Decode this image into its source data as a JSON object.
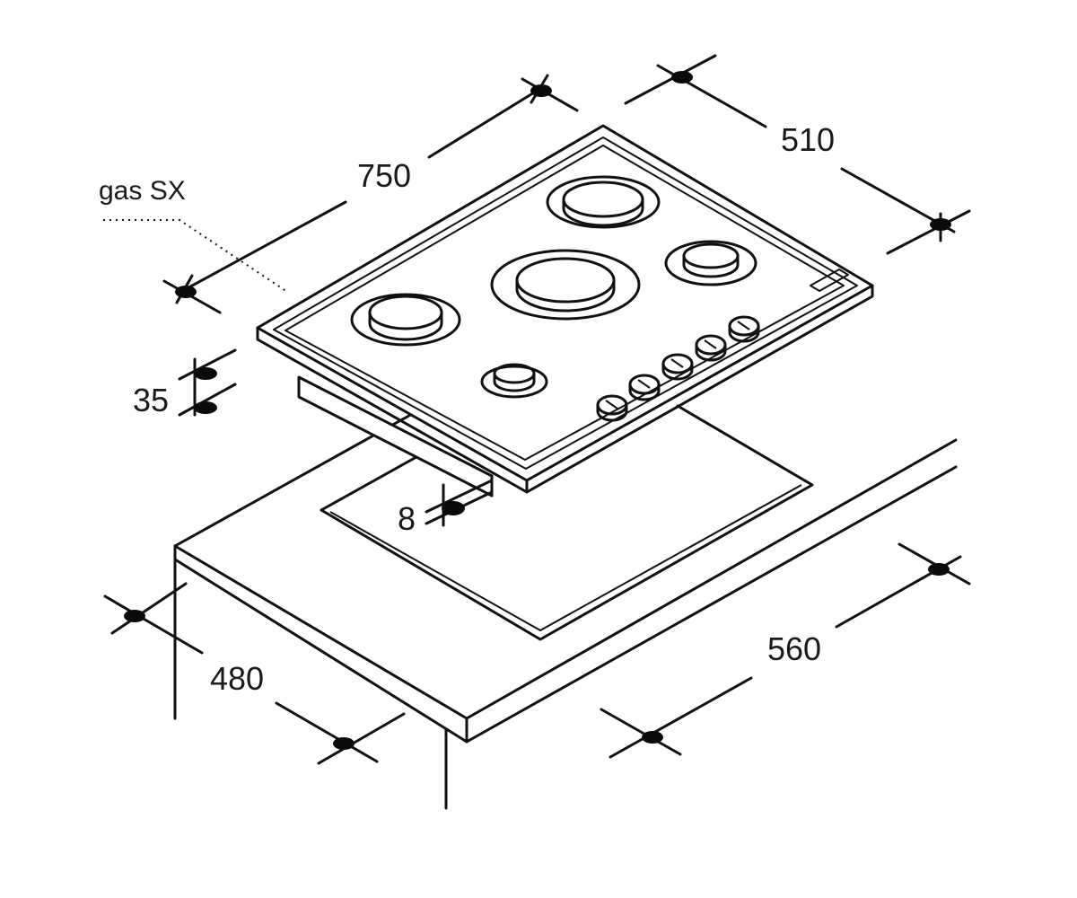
{
  "figure": {
    "labels": {
      "gas_label": "gas SX",
      "dim_750": "750",
      "dim_510": "510",
      "dim_35": "35",
      "dim_8": "8",
      "dim_480": "480",
      "dim_560": "560"
    },
    "burners": [
      {
        "name": "rear-right-burner"
      },
      {
        "name": "center-burner"
      },
      {
        "name": "left-burner"
      },
      {
        "name": "right-small-burner"
      },
      {
        "name": "front-small-burner"
      }
    ],
    "knobs_count": 5,
    "colors": {
      "line": "#111111",
      "background": "#ffffff"
    }
  }
}
